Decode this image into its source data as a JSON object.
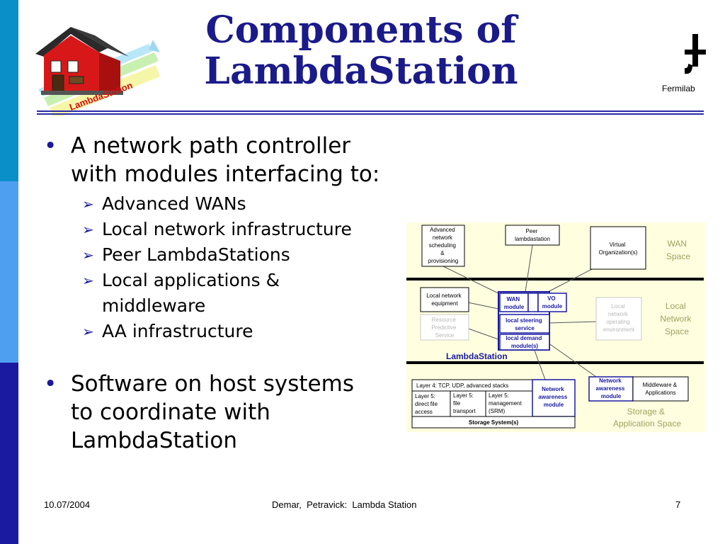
{
  "slide": {
    "title_line1": "Components of",
    "title_line2": "LambdaStation",
    "fermilab_label": "Fermilab",
    "logo_text": "LambdaStation"
  },
  "bullets": [
    {
      "line1": "A network path controller",
      "line2": "with modules interfacing to:",
      "sub": [
        {
          "lines": [
            "Advanced WANs"
          ]
        },
        {
          "lines": [
            "Local network infrastructure"
          ]
        },
        {
          "lines": [
            "Peer LambdaStations"
          ]
        },
        {
          "lines": [
            "Local applications &",
            "middleware"
          ]
        },
        {
          "lines": [
            "AA infrastructure"
          ]
        }
      ]
    },
    {
      "lines": [
        "Software on host systems",
        "to coordinate with",
        "LambdaStation"
      ]
    }
  ],
  "diagram": {
    "adv_net": [
      "Advanced",
      "network",
      "scheduling",
      "&",
      "provisioning"
    ],
    "peer": [
      "Peer",
      "lambdastation"
    ],
    "vo": [
      "Virtual",
      "Organization(s)"
    ],
    "wan_space": [
      "WAN",
      "Space"
    ],
    "local_net_equip": [
      "Local network",
      "equipment"
    ],
    "wan_module": [
      "WAN",
      "module"
    ],
    "vo_module": [
      "VO",
      "module"
    ],
    "local_net_env": [
      "Local",
      "network",
      "operating",
      "environment"
    ],
    "local_network_space": [
      "Local",
      "Network",
      "Space"
    ],
    "resource_pred": [
      "Resource",
      "Predictive",
      "Service"
    ],
    "local_steering": [
      "local steering",
      "service"
    ],
    "local_demand": [
      "local demand",
      "module(s)"
    ],
    "lambdastation_label": "LambdaStation",
    "layer4": "Layer 4: TCP, UDP, advanced stacks",
    "layer5_direct": [
      "Layer 5:",
      "direct file",
      "access"
    ],
    "layer5_file": [
      "Layer 5:",
      "file",
      "transport"
    ],
    "layer5_mgmt": [
      "Layer 5:",
      "management",
      "(SRM)"
    ],
    "net_awareness_1": [
      "Network",
      "awareness",
      "module"
    ],
    "net_awareness_2": [
      "Network",
      "awareness",
      "module"
    ],
    "middleware": [
      "Middleware &",
      "Applications"
    ],
    "storage_app_space": [
      "Storage &",
      "Application Space"
    ],
    "storage_systems": "Storage System(s)"
  },
  "footer": {
    "date": "10.07/2004",
    "center": "Demar,  Petravick:  Lambda Station",
    "page": "7"
  }
}
